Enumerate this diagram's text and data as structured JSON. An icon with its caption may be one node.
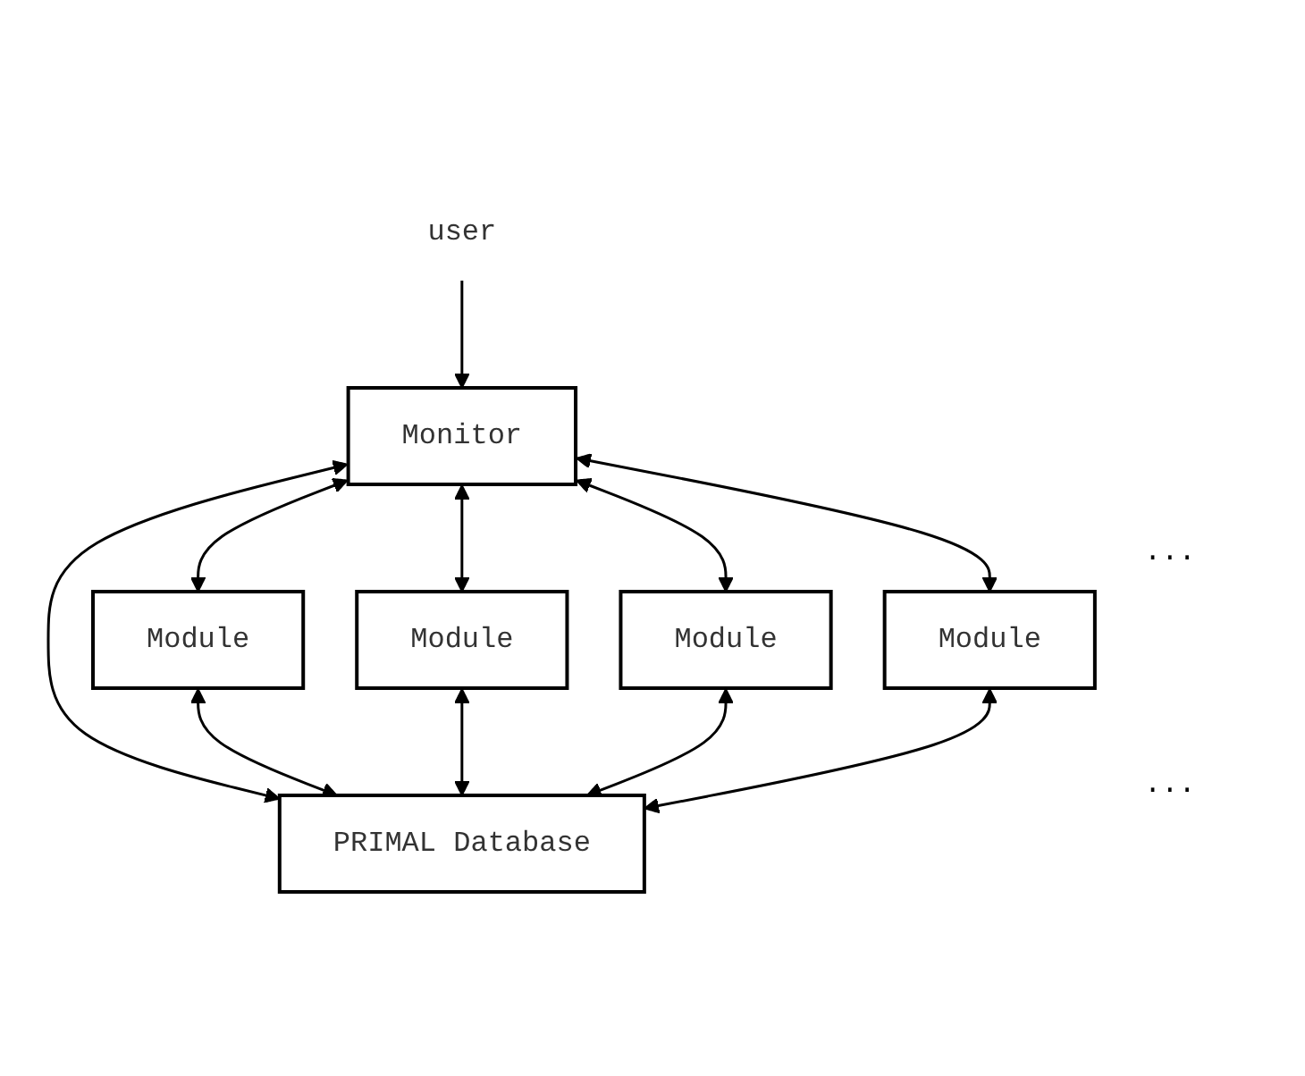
{
  "diagram": {
    "nodes": [
      {
        "text": [
          "user"
        ]
      },
      {
        "text": [
          "Monitor"
        ]
      },
      {
        "text": [
          "Module"
        ]
      },
      {
        "text": [
          "Module"
        ]
      },
      {
        "text": [
          "Module"
        ]
      },
      {
        "text": [
          "Module"
        ]
      },
      {
        "text": [
          "PRIMAL Database"
        ]
      }
    ],
    "edges": [
      {
        "from": 0,
        "to": 1,
        "arrow": "to"
      },
      {
        "from": 1,
        "to": 2,
        "arrow": "both"
      },
      {
        "from": 1,
        "to": 3,
        "arrow": "both"
      },
      {
        "from": 1,
        "to": 6,
        "arrow": "both"
      },
      {
        "from": 1,
        "to": 4,
        "arrow": "both"
      },
      {
        "from": 1,
        "to": 5,
        "arrow": "both"
      },
      {
        "from": 2,
        "to": 6,
        "arrow": "both"
      },
      {
        "from": 3,
        "to": 6,
        "arrow": "both"
      },
      {
        "from": 4,
        "to": 6,
        "arrow": "both"
      },
      {
        "from": 5,
        "to": 6,
        "arrow": "both"
      }
    ],
    "labels": [
      "...",
      "..."
    ]
  }
}
